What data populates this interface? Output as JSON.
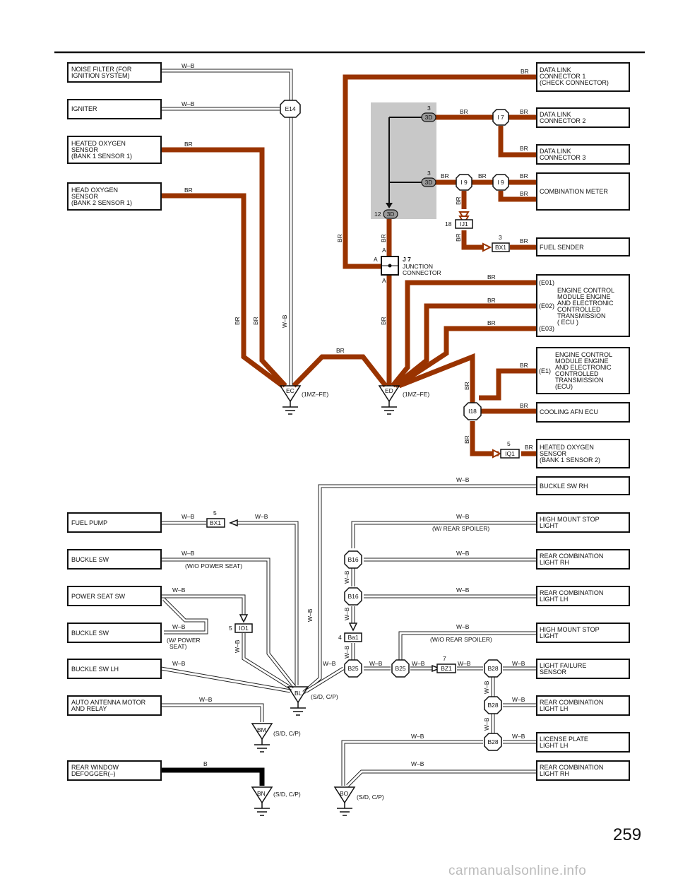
{
  "page": {
    "number": "259",
    "watermark": "carmanualsonline.info"
  },
  "components_left": [
    {
      "id": "noise_filter",
      "lines": [
        "NOISE FILTER (FOR",
        "IGNITION SYSTEM)"
      ]
    },
    {
      "id": "igniter",
      "lines": [
        "IGNITER"
      ]
    },
    {
      "id": "heated_o2_b1s1",
      "lines": [
        "HEATED OXYGEN",
        "SENSOR",
        "(BANK 1 SENSOR 1)"
      ]
    },
    {
      "id": "head_o2_b2s1",
      "lines": [
        "HEAD OXYGEN",
        "SENSOR",
        "(BANK 2 SENSOR 1)"
      ]
    },
    {
      "id": "fuel_pump",
      "lines": [
        "FUEL PUMP"
      ]
    },
    {
      "id": "buckle_sw_1",
      "lines": [
        "BUCKLE SW"
      ]
    },
    {
      "id": "power_seat_sw",
      "lines": [
        "POWER SEAT SW"
      ]
    },
    {
      "id": "buckle_sw_2",
      "lines": [
        "BUCKLE SW"
      ]
    },
    {
      "id": "buckle_sw_lh",
      "lines": [
        "BUCKLE SW LH"
      ]
    },
    {
      "id": "auto_antenna",
      "lines": [
        "AUTO ANTENNA MOTOR",
        "AND RELAY"
      ]
    },
    {
      "id": "rear_defogger",
      "lines": [
        "REAR WINDOW",
        "DEFOGGER(–)"
      ]
    }
  ],
  "components_right": [
    {
      "id": "dlc1",
      "lines": [
        "DATA LINK",
        "CONNECTOR 1",
        "(CHECK CONNECTOR)"
      ]
    },
    {
      "id": "dlc2",
      "lines": [
        "DATA LINK",
        "CONNECTOR 2"
      ]
    },
    {
      "id": "dlc3",
      "lines": [
        "DATA LINK",
        "CONNECTOR 3"
      ]
    },
    {
      "id": "comb_meter",
      "lines": [
        "COMBINATION METER"
      ]
    },
    {
      "id": "fuel_sender",
      "lines": [
        "FUEL SENDER"
      ]
    },
    {
      "id": "ecm1",
      "lines": [
        "ENGINE CONTROL",
        "MODULE  ENGINE",
        "AND ELECTRONIC",
        "CONTROLLED",
        "TRANSMISSION",
        "( ECU )"
      ]
    },
    {
      "id": "ecm2",
      "lines": [
        "ENGINE CONTROL",
        "MODULE ENGINE",
        "AND ELECTRONIC",
        "CONTROLLED",
        "TRANSMISSION",
        "(ECU)"
      ]
    },
    {
      "id": "cooling_fan",
      "lines": [
        "COOLING AFN ECU"
      ]
    },
    {
      "id": "heated_o2_b1s2",
      "lines": [
        "HEATED OXYGEN",
        "SENSOR",
        "(BANK 1 SENSOR 2)"
      ]
    },
    {
      "id": "buckle_sw_rh",
      "lines": [
        "BUCKLE SW RH"
      ]
    },
    {
      "id": "hmsl_1",
      "lines": [
        "HIGH MOUNT STOP",
        "LIGHT"
      ]
    },
    {
      "id": "rcl_rh_1",
      "lines": [
        "REAR COMBINATION",
        "LIGHT RH"
      ]
    },
    {
      "id": "rcl_lh_1",
      "lines": [
        "REAR COMBINATION",
        "LIGHT LH"
      ]
    },
    {
      "id": "hmsl_2",
      "lines": [
        "HIGH MOUNT STOP",
        "LIGHT"
      ]
    },
    {
      "id": "light_failure",
      "lines": [
        "LIGHT FAILURE",
        "SENSOR"
      ]
    },
    {
      "id": "rcl_lh_2",
      "lines": [
        "REAR COMBINATION",
        "LIGHT LH"
      ]
    },
    {
      "id": "license_lh",
      "lines": [
        "LICENSE PLATE",
        "LIGHT LH"
      ]
    },
    {
      "id": "rcl_rh_2",
      "lines": [
        "REAR COMBINATION",
        "LIGHT RH"
      ]
    }
  ],
  "ecm_pins": [
    "(E01)",
    "(E02)",
    "(E03)",
    "(E1)"
  ],
  "wire_colors": {
    "wb": "W–B",
    "br": "BR",
    "b": "B"
  },
  "connectors": {
    "e14": "E14",
    "i7": "I 7",
    "i9a": "I 9",
    "i9b": "I 9",
    "ij1": "IJ1",
    "bx1a": "BX1",
    "d3a": "3D",
    "d3b": "3D",
    "d3c": "3D",
    "j7": "J 7",
    "j7_name_1": "JUNCTION",
    "j7_name_2": "CONNECTOR",
    "i18": "I18",
    "iq1": "IQ1",
    "bx1b": "BX1",
    "io1": "IO1",
    "b16a": "B16",
    "b16b": "B16",
    "ba1": "Ba1",
    "b25a": "B25",
    "b25b": "B25",
    "bz1": "BZ1",
    "b28a": "B28",
    "b28b": "B28",
    "b28c": "B28",
    "ec": "EC",
    "ed": "ED",
    "bl": "BL",
    "bm": "BM",
    "bn": "BN",
    "bo": "BO",
    "pin_a": "A"
  },
  "pins": {
    "p3": "3",
    "p12": "12",
    "p18": "18",
    "p5": "5",
    "p4": "4",
    "p7": "7"
  },
  "notes": {
    "mz": "(1MZ–FE)",
    "sdcp": "(S/D, C/P)",
    "w_spoiler": "(W/ REAR SPOILER)",
    "wo_spoiler": "(W/O REAR SPOILER)",
    "wo_power": "(W/O POWER SEAT)",
    "w_power_1": "(W/ POWER",
    "w_power_2": "SEAT)"
  },
  "colors": {
    "brown_wire": "#993300",
    "shade": "#c8c8c8",
    "black_wire": "#000000"
  }
}
